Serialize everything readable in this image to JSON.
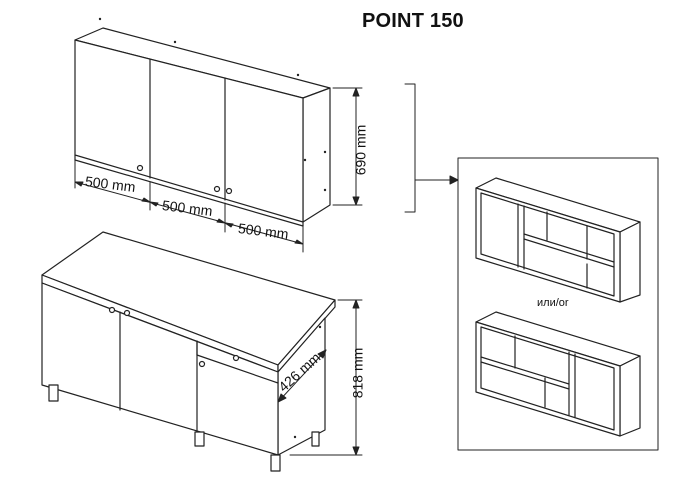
{
  "title": "POINT 150",
  "dimensions": {
    "width_1": "500 mm",
    "width_2": "500 mm",
    "width_3": "500 mm",
    "upper_height": "690 mm",
    "lower_height": "818 mm",
    "depth": "426 mm"
  },
  "variants_separator": "или/or"
}
